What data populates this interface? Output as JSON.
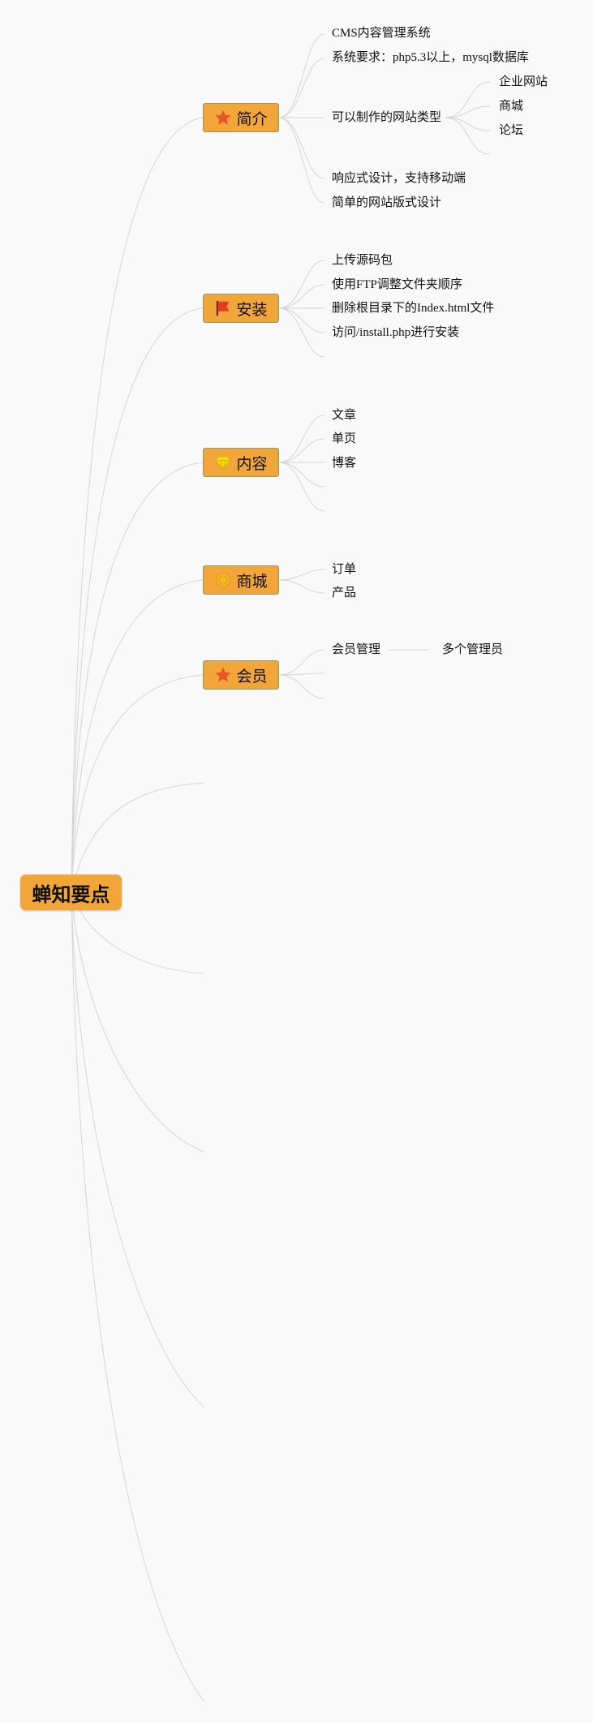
{
  "root": {
    "label": "蝉知要点"
  },
  "topics": [
    {
      "label": "简介",
      "icon": "star-icon",
      "children": [
        "CMS内容管理系统",
        "系统要求：php5.3以上，mysql数据库",
        "可以制作的网站类型",
        "响应式设计，支持移动端",
        "简单的网站版式设计"
      ],
      "site_types": [
        "企业网站",
        "商城",
        "论坛"
      ]
    },
    {
      "label": "安装",
      "icon": "flag-icon",
      "children": [
        "上传源码包",
        "使用FTP调整文件夹顺序",
        "删除根目录下的Index.html文件",
        "访问/install.php进行安装"
      ]
    },
    {
      "label": "内容",
      "icon": "diamond-icon",
      "children": [
        "文章",
        "单页",
        "博客"
      ]
    },
    {
      "label": "商城",
      "icon": "coin-icon",
      "children": [
        "订单",
        "产品"
      ]
    },
    {
      "label": "会员",
      "icon": "star-icon",
      "children": [
        "会员管理"
      ],
      "member_sub": [
        "多个管理员"
      ]
    }
  ],
  "colors": {
    "node": "#f2a63a",
    "line": "#d2d2d2",
    "star": "#e8552a",
    "flag": "#e53b1f",
    "diamond": "#f7d81c"
  }
}
